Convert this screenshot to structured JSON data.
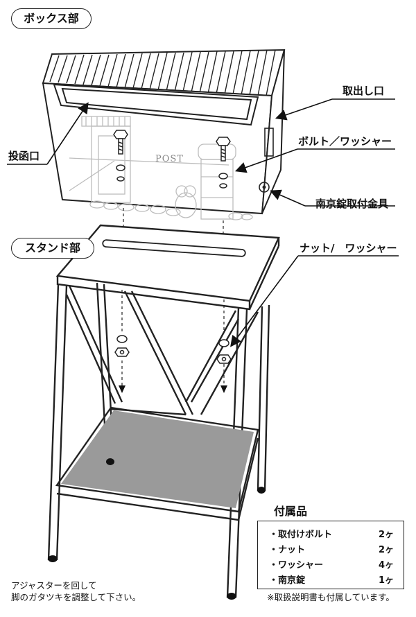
{
  "sections": {
    "box": "ボックス部",
    "stand": "スタンド部"
  },
  "callouts": {
    "takeout": "取出し口",
    "bolt_washer": "ボルト／ワッシャー",
    "slot": "投函口",
    "lock_bracket": "南京錠取付金具",
    "nut_washer": "ナット/　ワッシャー"
  },
  "box_print": "POST",
  "accessories": {
    "title": "付属品",
    "items": [
      {
        "name": "・取付けボルト",
        "qty": "2ヶ"
      },
      {
        "name": "・ナット",
        "qty": "2ヶ"
      },
      {
        "name": "・ワッシャー",
        "qty": "4ヶ"
      },
      {
        "name": "・南京錠",
        "qty": "1ヶ"
      }
    ]
  },
  "notes": {
    "adjuster_line1": "アジャスターを回して",
    "adjuster_line2": "脚のガタツキを調整して下さい。",
    "manual": "※取扱説明書も付属しています。"
  },
  "colors": {
    "line": "#222222",
    "shelf_fill": "#9a9a9a",
    "decor_gray": "#bdbdbd"
  }
}
